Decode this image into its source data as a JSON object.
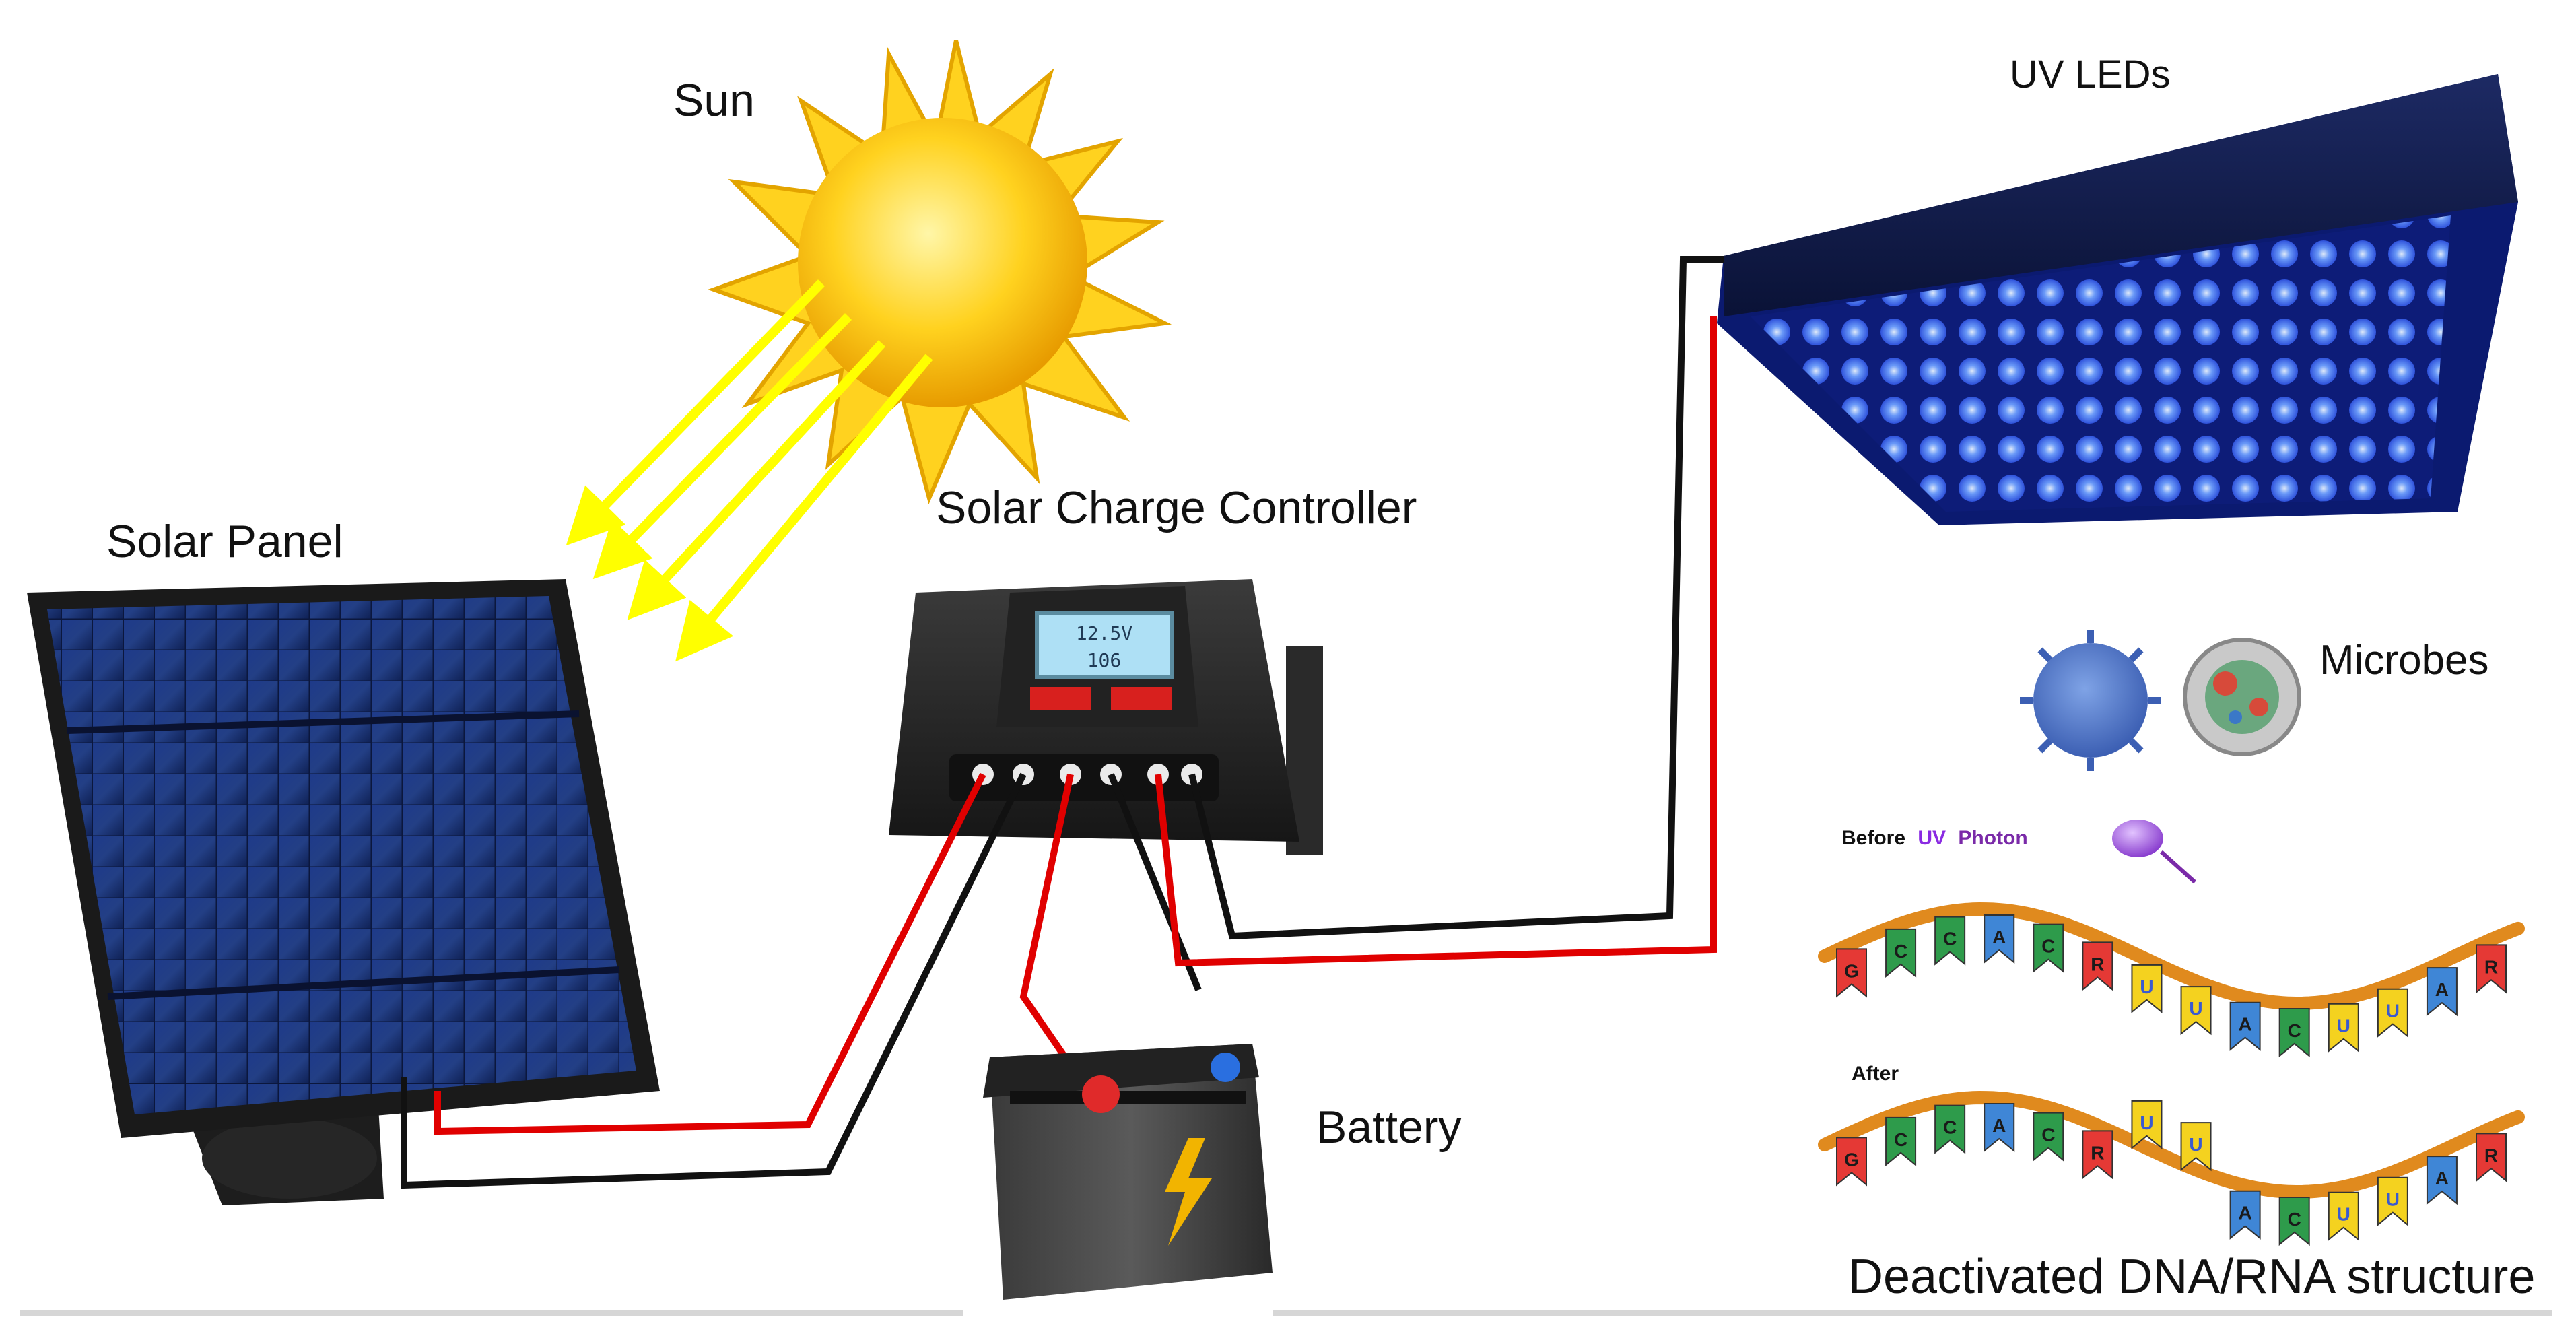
{
  "labels": {
    "sun": "Sun",
    "uv_leds": "UV LEDs",
    "solar_panel": "Solar Panel",
    "controller": "Solar Charge Controller",
    "microbes": "Microbes",
    "battery": "Battery",
    "structure": "Deactivated DNA/RNA structure",
    "before": "Before",
    "uv": "UV",
    "photon": "Photon",
    "after": "After"
  },
  "lcd": {
    "line1": "12.5V",
    "line2": "106"
  },
  "strand_before": [
    "G",
    "C",
    "C",
    "A",
    "C",
    "R",
    "U",
    "U",
    "A",
    "C",
    "U",
    "U",
    "A",
    "R"
  ],
  "strand_after": [
    "G",
    "C",
    "C",
    "A",
    "C",
    "R",
    "U",
    "U",
    "A",
    "C",
    "U",
    "U",
    "A",
    "R"
  ],
  "colors": {
    "wire_positive": "#e00000",
    "wire_negative": "#111111",
    "sun_rays": "#ffff00",
    "led_glow": "#1a4dff",
    "backbone": "#e08a1e"
  }
}
